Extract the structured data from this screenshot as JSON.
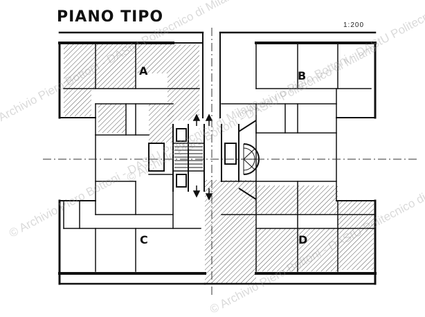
{
  "drawing": {
    "title": "PIANO TIPO",
    "scale": "1:200"
  },
  "apartments": [
    {
      "label": "A"
    },
    {
      "label": "B"
    },
    {
      "label": "C"
    },
    {
      "label": "D"
    }
  ],
  "watermark": {
    "text": "© Archivio Piero Bottoni - DAStU Politecnico di Milano"
  }
}
